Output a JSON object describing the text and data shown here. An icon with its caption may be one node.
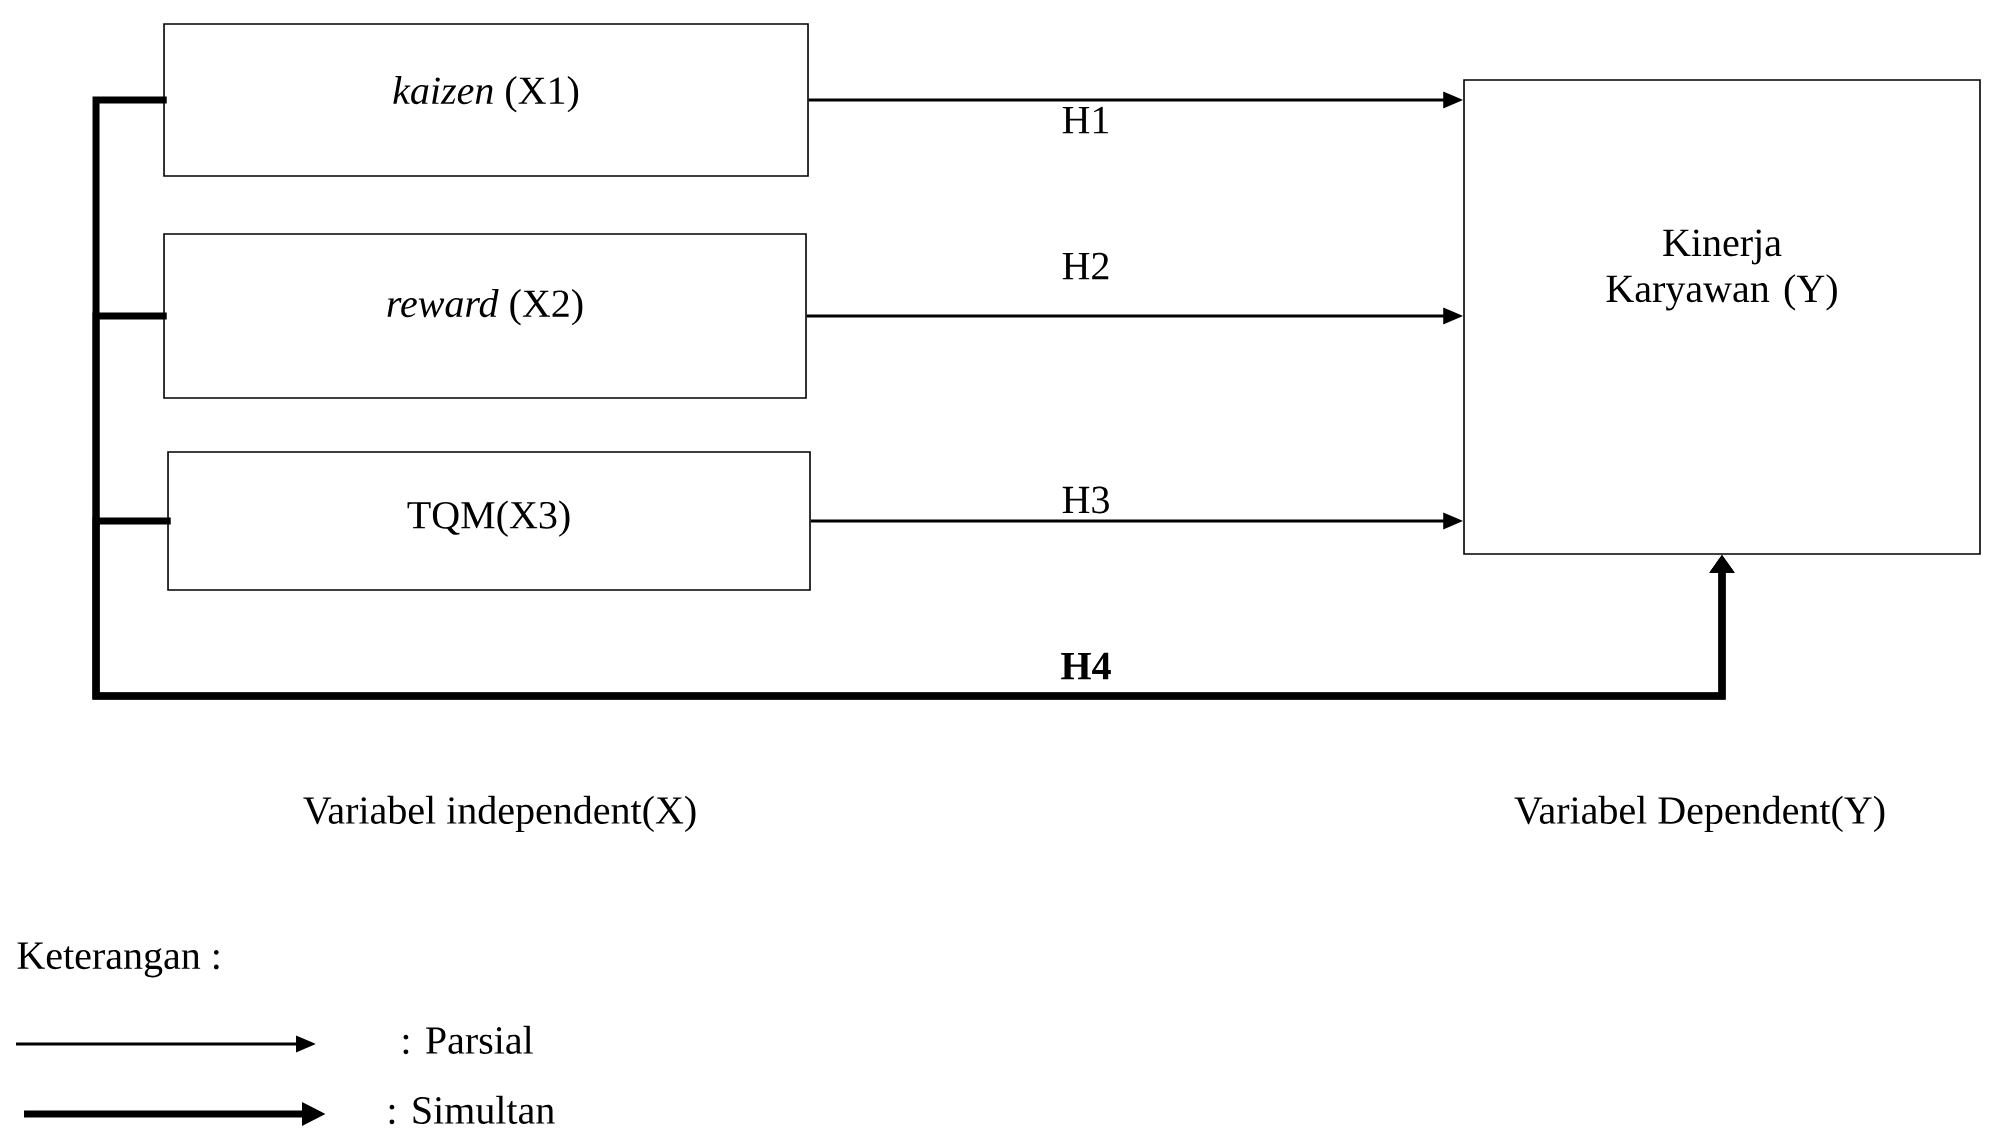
{
  "diagram": {
    "nodes": [
      {
        "text": [
          "*kaizen* (X1)"
        ]
      },
      {
        "text": [
          "*reward* (X2)"
        ]
      },
      {
        "text": [
          "TQM(X3)"
        ]
      },
      {
        "text": [
          "Kinerja Karyawan (Y)"
        ]
      }
    ],
    "edges": [
      {
        "from": 0,
        "to": 3,
        "arrow": "to",
        "label": "H1"
      },
      {
        "from": 1,
        "to": 3,
        "arrow": "to",
        "label": "H2"
      },
      {
        "from": 2,
        "to": 3,
        "arrow": "to",
        "label": "H3"
      },
      {
        "from": 0,
        "to": 3,
        "arrow": "to",
        "style": "thick"
      },
      {
        "from": 1,
        "to": 3,
        "arrow": "to",
        "style": "thick"
      },
      {
        "from": 2,
        "to": 3,
        "arrow": "to",
        "style": "thick",
        "label": "H4"
      }
    ],
    "labels": [
      "Variabel independent(X)",
      "Variabel Dependent(Y)",
      "Keterangan :"
    ],
    "legend": [
      {
        "text": ": Parsial"
      },
      {
        "text": ": Simultan"
      }
    ]
  }
}
